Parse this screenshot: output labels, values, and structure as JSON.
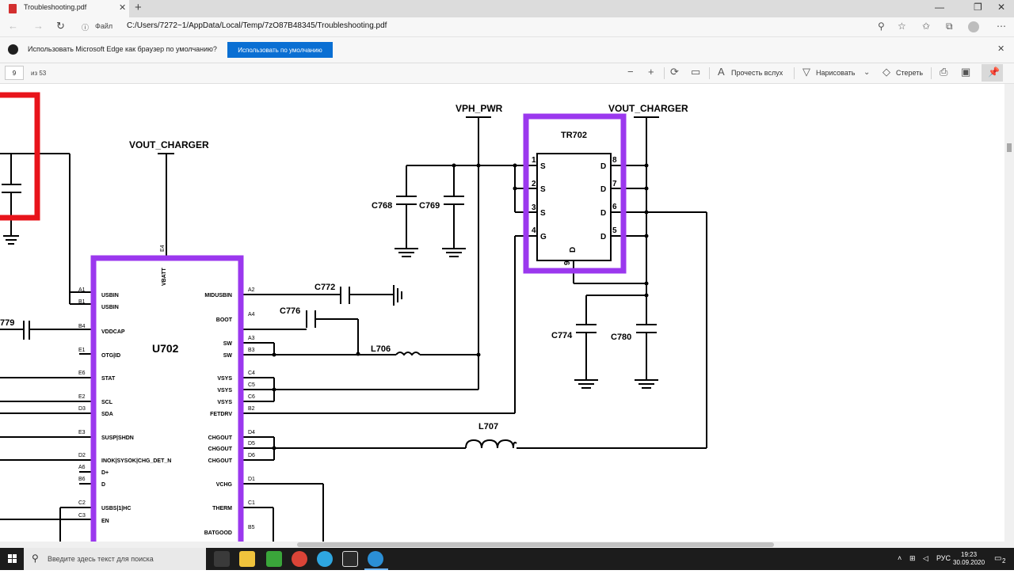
{
  "browser": {
    "tab_title": "Troubleshooting.pdf",
    "tab_close": "✕",
    "new_tab": "+",
    "address_label": "Файл",
    "url": "C:/Users/7272~1/AppData/Local/Temp/7zO87B48345/Troubleshooting.pdf",
    "info_text": "Использовать Microsoft Edge как браузер по умолчанию?",
    "info_button": "Использовать по умолчанию",
    "info_close": "✕"
  },
  "pdf_toolbar": {
    "page_number": "9",
    "page_total": "из 53",
    "read_aloud": "Прочесть вслух",
    "draw": "Нарисовать",
    "erase": "Стереть"
  },
  "schematic": {
    "u702_label": "U702",
    "tr702_label": "TR702",
    "vout_charger_left": "VOUT_CHARGER",
    "vout_charger_right": "VOUT_CHARGER",
    "vph_pwr": "VPH_PWR",
    "vbatt": "VBATT",
    "e4": "E4",
    "c768": "C768",
    "c769": "C769",
    "c772": "C772",
    "c776": "C776",
    "c774": "C774",
    "c780": "C780",
    "c779_partial": "779",
    "l706": "L706",
    "l707": "L707",
    "tr_pins": [
      {
        "num": "1",
        "name": "S"
      },
      {
        "num": "2",
        "name": "S"
      },
      {
        "num": "3",
        "name": "S"
      },
      {
        "num": "4",
        "name": "G"
      },
      {
        "num": "8",
        "name": "D"
      },
      {
        "num": "7",
        "name": "D"
      },
      {
        "num": "6",
        "name": "D"
      },
      {
        "num": "5",
        "name": "D"
      },
      {
        "num": "9",
        "name": "D"
      }
    ],
    "left_pins": [
      {
        "ball": "A1",
        "name": "USBIN"
      },
      {
        "ball": "B1",
        "name": "USBIN"
      },
      {
        "ball": "B4",
        "name": "VDDCAP"
      },
      {
        "ball": "E1",
        "name": "OTG|ID"
      },
      {
        "ball": "E6",
        "name": "STAT"
      },
      {
        "ball": "E2",
        "name": "SCL"
      },
      {
        "ball": "D3",
        "name": "SDA"
      },
      {
        "ball": "E3",
        "name": "SUSP|SHDN"
      },
      {
        "ball": "D2",
        "name": "INOK|SYSOK|CHG_DET_N"
      },
      {
        "ball": "A6",
        "name": "D+"
      },
      {
        "ball": "B6",
        "name": "D"
      },
      {
        "ball": "C2",
        "name": "USBS|1|HC"
      },
      {
        "ball": "C3",
        "name": "EN"
      }
    ],
    "right_pins": [
      {
        "ball": "A2",
        "name": "MIDUSBIN"
      },
      {
        "ball": "A4",
        "name": "BOOT"
      },
      {
        "ball": "A3",
        "name": "SW"
      },
      {
        "ball": "B3",
        "name": "SW"
      },
      {
        "ball": "C4",
        "name": "VSYS"
      },
      {
        "ball": "C5",
        "name": "VSYS"
      },
      {
        "ball": "C6",
        "name": "VSYS"
      },
      {
        "ball": "B2",
        "name": "FETDRV"
      },
      {
        "ball": "D4",
        "name": "CHGOUT"
      },
      {
        "ball": "D5",
        "name": "CHGOUT"
      },
      {
        "ball": "D6",
        "name": "CHGOUT"
      },
      {
        "ball": "D1",
        "name": "VCHG"
      },
      {
        "ball": "C1",
        "name": "THERM"
      },
      {
        "ball": "B5",
        "name": "BATGOOD"
      }
    ]
  },
  "taskbar": {
    "search_placeholder": "Введите здесь текст для поиска",
    "language": "РУС",
    "time": "19:23",
    "date": "30.09.2020",
    "notification_count": "2"
  },
  "colors": {
    "highlight_purple": "#9b38ee",
    "highlight_red": "#e8141b",
    "edge_button": "#0a6fd3"
  }
}
